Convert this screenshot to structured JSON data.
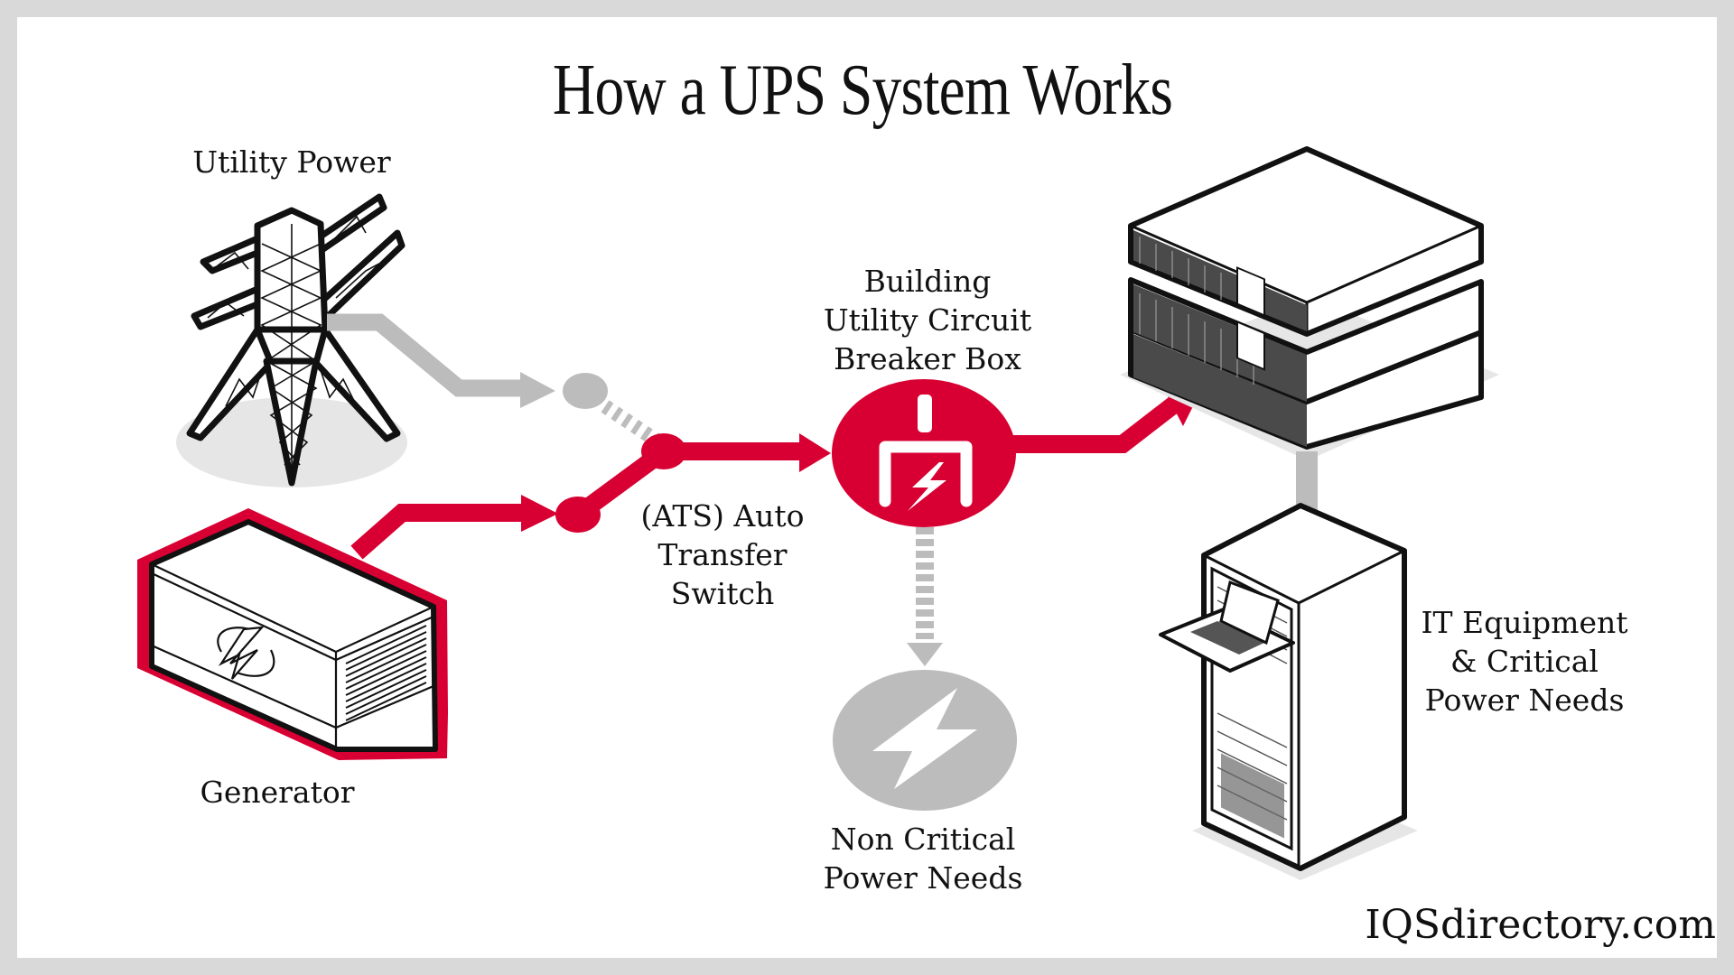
{
  "title": "How a UPS System Works",
  "colors": {
    "active_power": "#d80032",
    "inactive_power": "#bcbcbc",
    "outline": "#111111",
    "frame": "#d9d9d9",
    "background": "#ffffff"
  },
  "nodes": {
    "utility_power": {
      "label": "Utility Power",
      "icon": "transmission-tower-icon",
      "state": "inactive"
    },
    "generator": {
      "label": "Generator",
      "icon": "generator-icon",
      "state": "active"
    },
    "ats": {
      "lines": [
        "(ATS) Auto",
        "Transfer",
        "Switch"
      ],
      "icon": "transfer-switch-icon"
    },
    "breaker_box": {
      "lines": [
        "Building",
        "Utility Circuit",
        "Breaker Box"
      ],
      "icon": "circuit-breaker-icon",
      "state": "active"
    },
    "non_critical": {
      "lines": [
        "Non Critical",
        "Power Needs"
      ],
      "icon": "lightning-bolt-icon",
      "state": "inactive"
    },
    "ups": {
      "icon": "ups-stack-icon"
    },
    "it_equipment": {
      "lines": [
        "IT Equipment",
        "& Critical",
        "Power Needs"
      ],
      "icon": "server-rack-icon"
    }
  },
  "flows": [
    {
      "from": "Utility Power",
      "to": "ATS",
      "state": "inactive"
    },
    {
      "from": "Generator",
      "to": "ATS",
      "state": "active"
    },
    {
      "from": "ATS",
      "to": "Building Utility Circuit Breaker Box",
      "state": "active"
    },
    {
      "from": "Building Utility Circuit Breaker Box",
      "to": "UPS",
      "state": "active"
    },
    {
      "from": "Building Utility Circuit Breaker Box",
      "to": "Non Critical Power Needs",
      "state": "inactive"
    },
    {
      "from": "UPS",
      "to": "IT Equipment & Critical Power Needs",
      "state": "inactive"
    }
  ],
  "brand": "IQSdirectory.com"
}
